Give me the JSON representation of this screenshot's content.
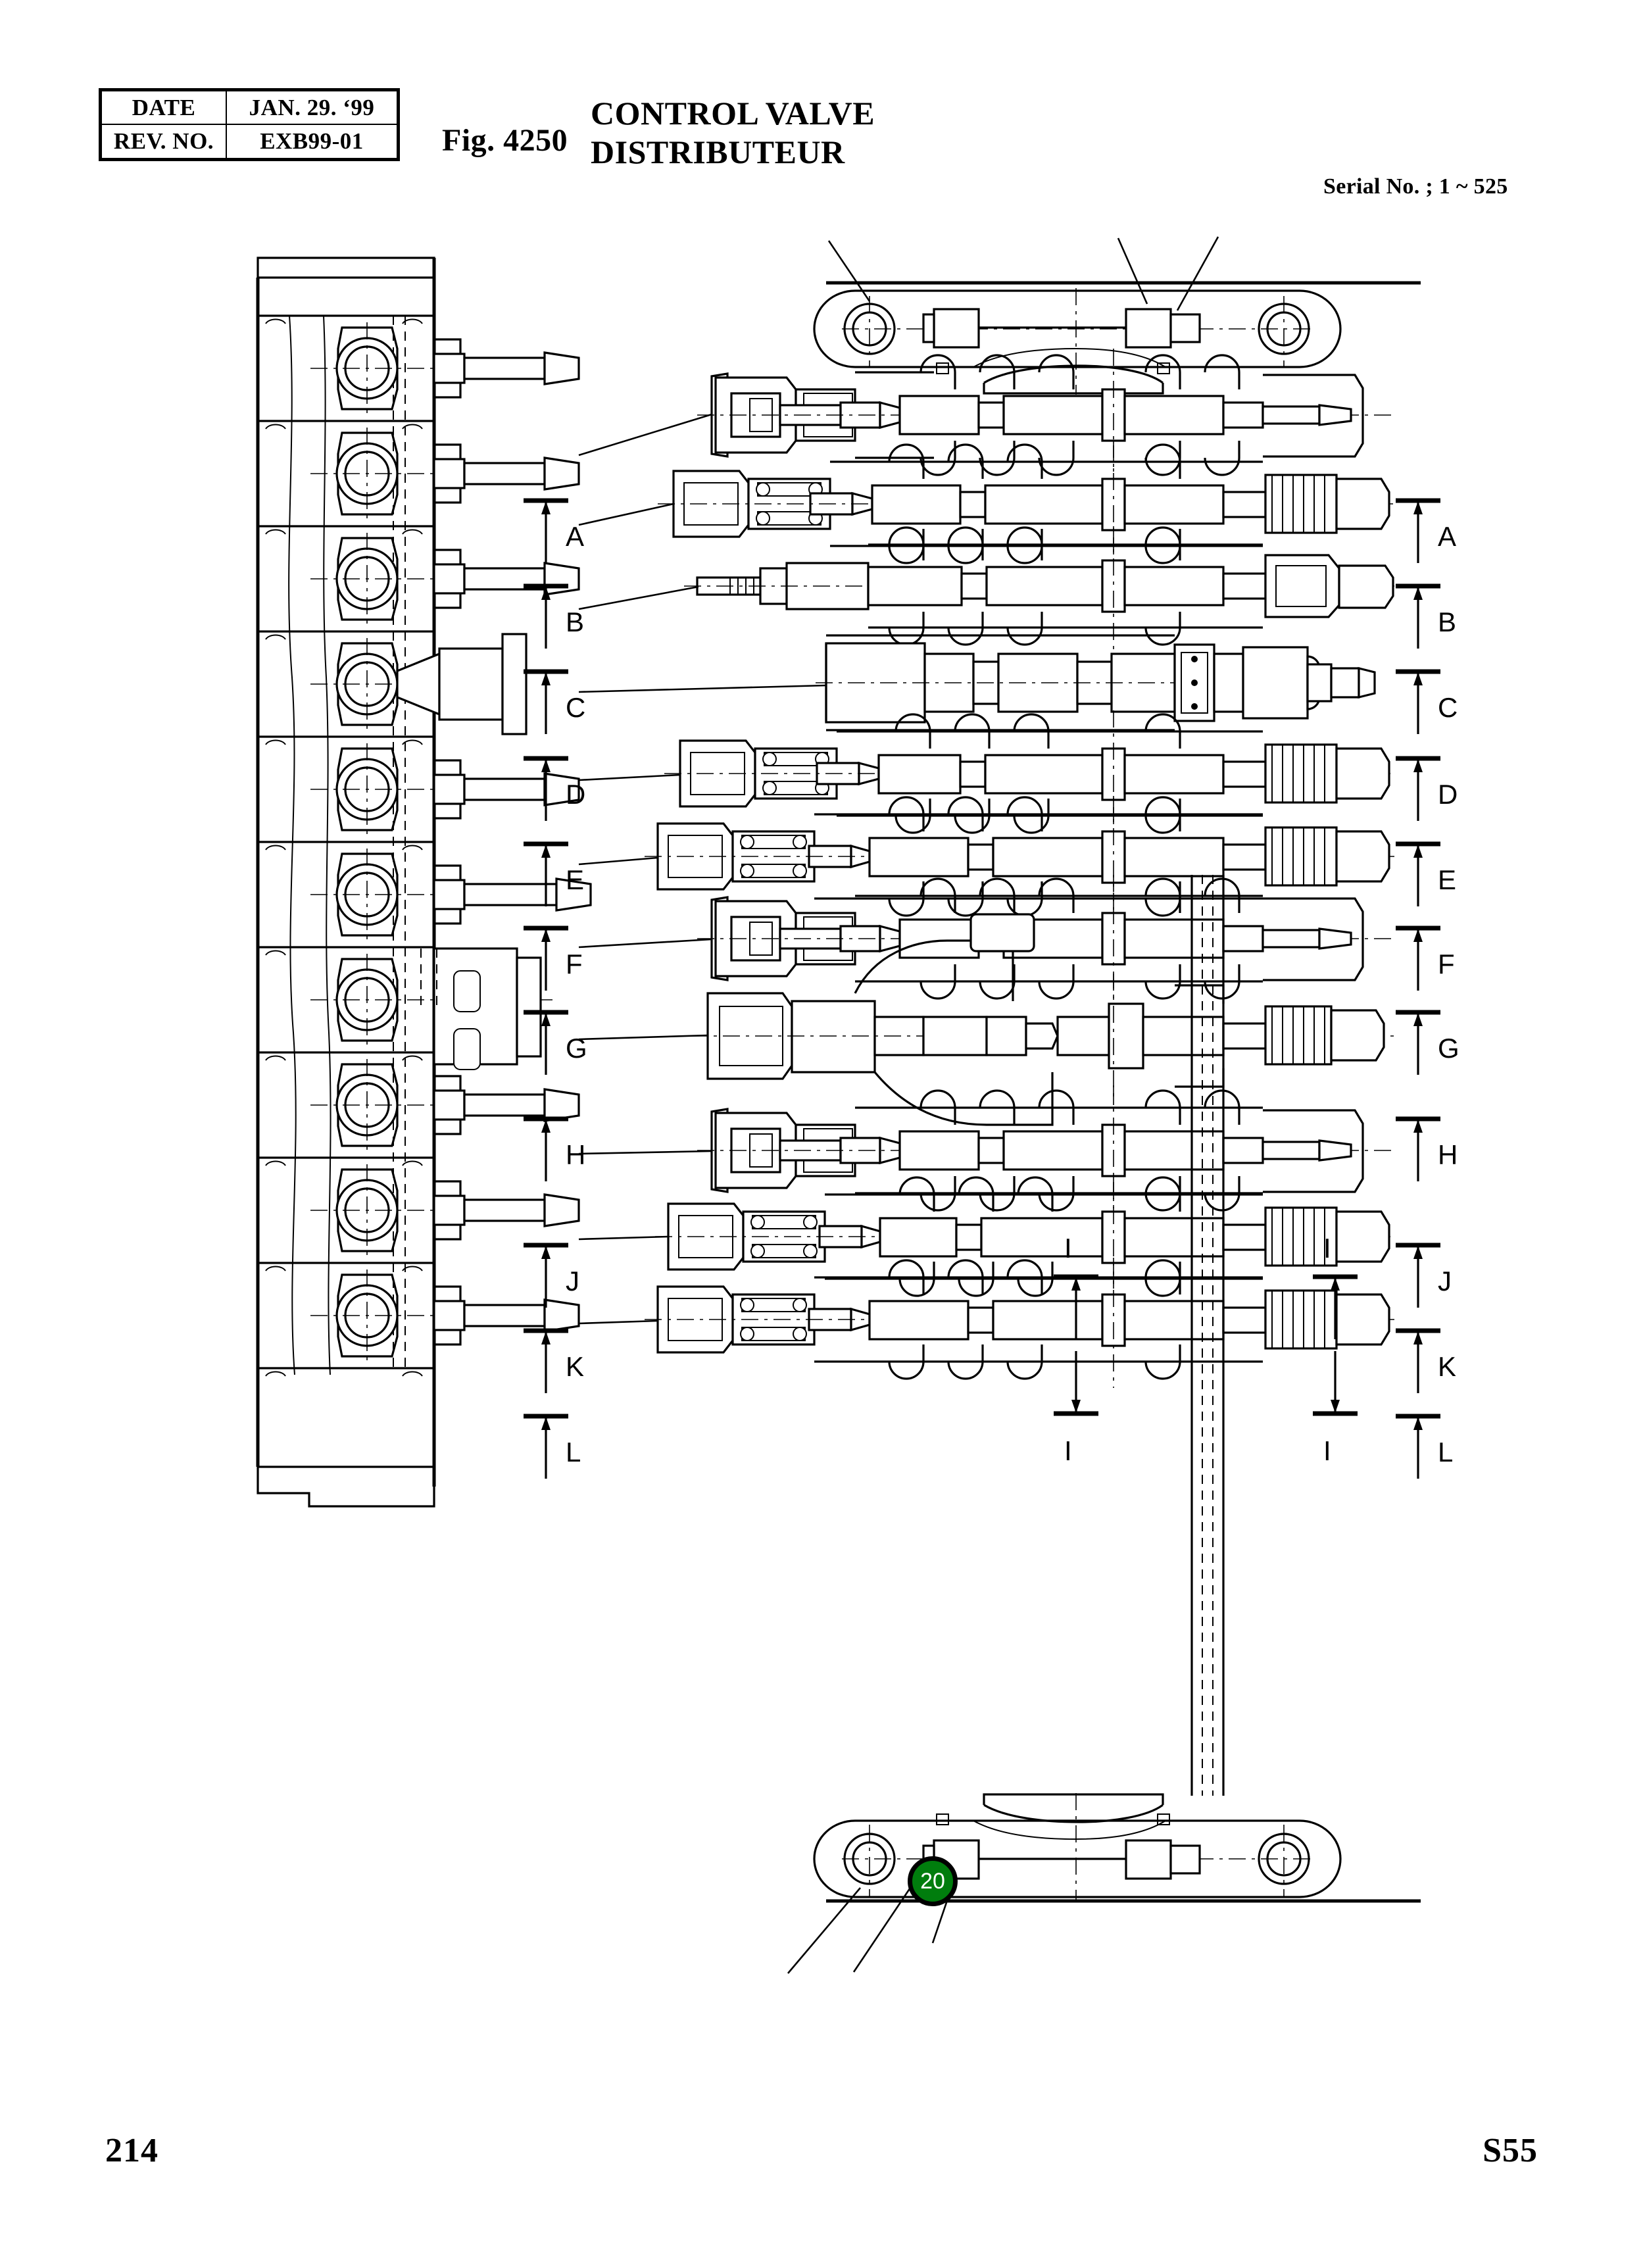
{
  "header": {
    "revision_table": {
      "rows": [
        {
          "label": "DATE",
          "value": "JAN. 29. ‘99"
        },
        {
          "label": "REV. NO.",
          "value": "EXB99-01"
        }
      ]
    },
    "figure_number": "Fig. 4250",
    "title_line1": "CONTROL VALVE",
    "title_line2": "DISTRIBUTEUR",
    "serial_note": "Serial No. ; 1 ~ 525"
  },
  "drawing": {
    "caption_absent": true,
    "section_markers_left": [
      "A",
      "B",
      "C",
      "D",
      "E",
      "F",
      "G",
      "H",
      "J",
      "K",
      "L"
    ],
    "section_markers_right": [
      "A",
      "B",
      "C",
      "D",
      "E",
      "F",
      "G",
      "H",
      "J",
      "K",
      "L"
    ],
    "section_markers_inner": [
      "I",
      "I",
      "I",
      "I"
    ],
    "callouts": [
      {
        "id": "20",
        "label": "20",
        "fill": "#007d0d",
        "text_color": "#ffffff"
      }
    ],
    "views": [
      {
        "name": "side-elevation-view",
        "position": "left"
      },
      {
        "name": "sectional-assembly-view",
        "position": "right"
      }
    ]
  },
  "footer": {
    "page_number": "214",
    "model_code": "S55"
  },
  "colors": {
    "line": "#000000",
    "background": "#ffffff",
    "callout_green": "#007d0d"
  }
}
